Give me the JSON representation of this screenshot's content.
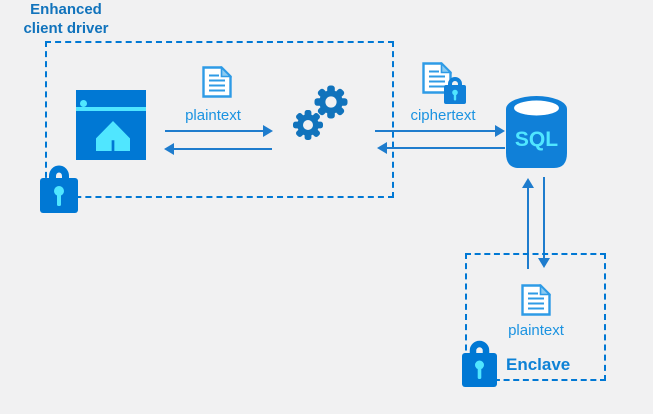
{
  "diagram": {
    "labels": {
      "client_plaintext": "plaintext",
      "ciphertext": "ciphertext",
      "driver_line1": "Enhanced",
      "driver_line2": "client driver",
      "sql": "SQL",
      "enclave_plaintext": "plaintext",
      "enclave": "Enclave"
    },
    "icons": {
      "app": "app-window-with-home",
      "client_lock": "padlock",
      "client_doc": "document",
      "cipher_doc": "document-with-padlock",
      "driver": "two-gears",
      "database": "sql-database-cylinder",
      "enclave_doc": "document",
      "enclave_lock": "padlock"
    },
    "colors": {
      "background": "#f1f1f2",
      "primary_blue": "#0078d4",
      "accent_cyan": "#50e6ff",
      "gear_blue": "#1173bc",
      "doc_outline": "#2e9be6",
      "doc_fold_fill": "#8ccbf0",
      "label_blue": "#1b93e1",
      "arrow_blue": "#1e7ccd",
      "driver_text": "#1173bc",
      "enclave_text": "#0e82d6",
      "sql_body": "#1080d8",
      "dashed_border": "#0078d4"
    }
  }
}
